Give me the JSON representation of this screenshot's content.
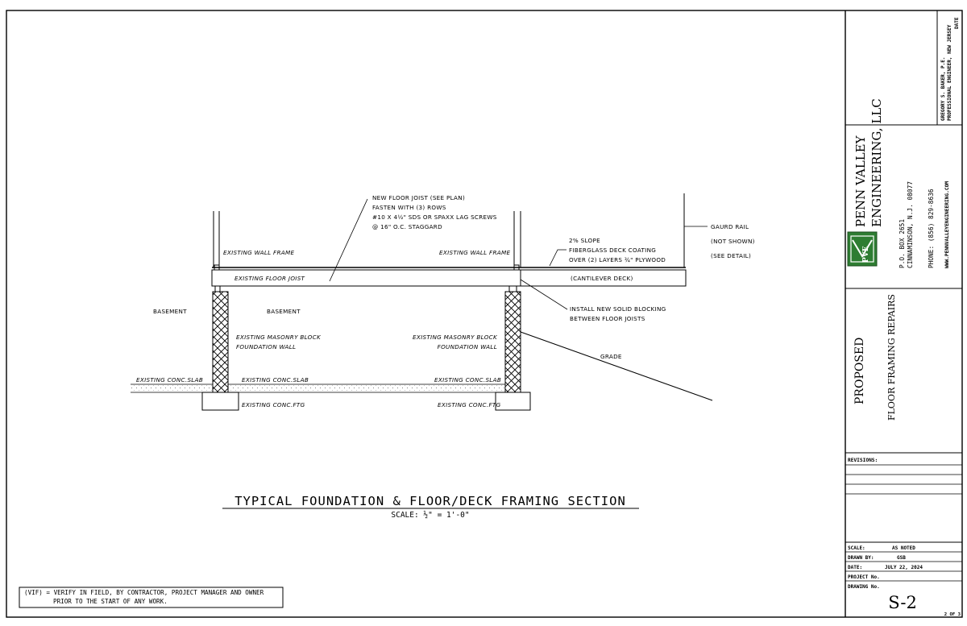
{
  "drawing": {
    "title": "TYPICAL FOUNDATION & FLOOR/DECK FRAMING SECTION",
    "scale": "SCALE: ½\" = 1'-0\"",
    "labels": {
      "new_joist_1": "NEW FLOOR JOIST (SEE PLAN)",
      "new_joist_2": "FASTEN WITH (3) ROWS",
      "new_joist_3": "#10 X 4½\" SDS OR SPAXX LAG SCREWS",
      "new_joist_4": "@ 16\" O.C. STAGGARD",
      "wall_frame_left": "EXISTING WALL FRAME",
      "wall_frame_right": "EXISTING WALL FRAME",
      "floor_joist": "EXISTING FLOOR JOIST",
      "slope_1": "2% SLOPE",
      "slope_2": "FIBERGLASS DECK COATING",
      "slope_3": "OVER (2) LAYERS ¾\" PLYWOOD",
      "guard_1": "GAURD RAIL",
      "guard_2": "(NOT SHOWN)",
      "guard_3": "(SEE DETAIL)",
      "cantilever": "(CANTILEVER DECK)",
      "blocking_1": "INSTALL NEW SOLID BLOCKING",
      "blocking_2": "BETWEEN FLOOR JOISTS",
      "basement_left": "BASEMENT",
      "basement_center": "BASEMENT",
      "masonry_left_1": "EXISTING MASONRY BLOCK",
      "masonry_left_2": "FOUNDATION WALL",
      "masonry_right_1": "EXISTING MASONRY BLOCK",
      "masonry_right_2": "FOUNDATION WALL",
      "grade": "GRADE",
      "slab_left": "EXISTING CONC.SLAB",
      "slab_center": "EXISTING CONC.SLAB",
      "slab_right": "EXISTING CONC.SLAB",
      "ftg_left": "EXISTING CONC.FTG",
      "ftg_right": "EXISTING CONC.FTG"
    }
  },
  "note": {
    "line1": "(VIF) = VERIFY IN FIELD, BY CONTRACTOR, PROJECT MANAGER AND OWNER",
    "line2": "PRIOR TO THE START OF ANY WORK."
  },
  "title_block": {
    "date_label": "DATE",
    "engineer_name": "GREGORY S. BAKER, P.E.",
    "engineer_title": "PROFESSIONAL ENGINEER, NEW JERSEY",
    "firm_line1": "PENN VALLEY",
    "firm_line2": "ENGINEERING, LLC",
    "address_1": "P.O. BOX 2651",
    "address_2": "CINNAMINSON, N.J. 08077",
    "phone": "PHONE: (856) 829-8636",
    "website": "WWW.PENNVALLEYENGINEERING.COM",
    "logo_letters": "PVE",
    "project_line1": "PROPOSED",
    "project_line2": "FLOOR FRAMING REPAIRS",
    "revisions_label": "REVISIONS:",
    "scale_label": "SCALE:",
    "scale_value": "AS NOTED",
    "drawn_label": "DRAWN BY:",
    "drawn_value": "GSB",
    "date_label2": "DATE:",
    "date_value": "JULY 22, 2024",
    "project_no_label": "PROJECT No.",
    "drawing_no_label": "DRAWING No.",
    "drawing_no": "S-2",
    "sheet": "2 OF 3"
  },
  "colors": {
    "logo_green": "#2e7d32",
    "line": "#000000"
  }
}
